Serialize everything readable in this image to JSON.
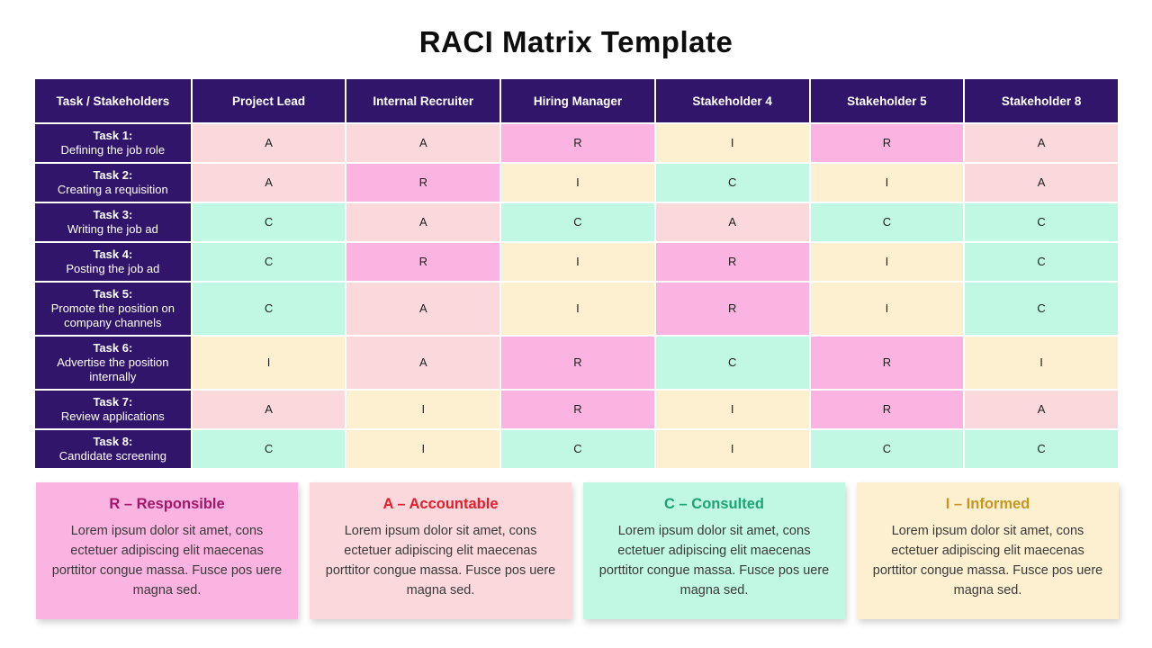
{
  "page": {
    "title": "RACI Matrix Template"
  },
  "table": {
    "header": [
      "Task / Stakeholders",
      "Project Lead",
      "Internal Recruiter",
      "Hiring Manager",
      "Stakeholder 4",
      "Stakeholder 5",
      "Stakeholder 8"
    ],
    "rows": [
      {
        "task_label": "Task 1:",
        "task_desc": "Defining the job role",
        "values": [
          "A",
          "A",
          "R",
          "I",
          "R",
          "A"
        ]
      },
      {
        "task_label": "Task 2:",
        "task_desc": "Creating a requisition",
        "values": [
          "A",
          "R",
          "I",
          "C",
          "I",
          "A"
        ]
      },
      {
        "task_label": "Task 3:",
        "task_desc": "Writing the job ad",
        "values": [
          "C",
          "A",
          "C",
          "A",
          "C",
          "C"
        ]
      },
      {
        "task_label": "Task 4:",
        "task_desc": "Posting the job ad",
        "values": [
          "C",
          "R",
          "I",
          "R",
          "I",
          "C"
        ]
      },
      {
        "task_label": "Task 5:",
        "task_desc": "Promote the position on company channels",
        "values": [
          "C",
          "A",
          "I",
          "R",
          "I",
          "C"
        ]
      },
      {
        "task_label": "Task 6:",
        "task_desc": "Advertise the position internally",
        "values": [
          "I",
          "A",
          "R",
          "C",
          "R",
          "I"
        ]
      },
      {
        "task_label": "Task 7:",
        "task_desc": "Review applications",
        "values": [
          "A",
          "I",
          "R",
          "I",
          "R",
          "A"
        ]
      },
      {
        "task_label": "Task 8:",
        "task_desc": "Candidate screening",
        "values": [
          "C",
          "I",
          "C",
          "I",
          "C",
          "C"
        ]
      }
    ]
  },
  "colors": {
    "header_bg": "#31156B",
    "R": "#FBB4E1",
    "A": "#FAD8DC",
    "C": "#C0F8E4",
    "I": "#FDF0D0"
  },
  "legend": [
    {
      "key": "R",
      "title": "R – Responsible",
      "title_color": "#A3176B",
      "bg": "#FBB4E1",
      "body": "Lorem ipsum dolor sit amet, cons ectetuer adipiscing elit maecenas porttitor congue massa. Fusce pos uere magna sed."
    },
    {
      "key": "A",
      "title": "A – Accountable",
      "title_color": "#E41D2C",
      "bg": "#FAD8DC",
      "body": "Lorem ipsum dolor sit amet, cons ectetuer adipiscing elit maecenas porttitor congue massa. Fusce pos uere magna sed."
    },
    {
      "key": "C",
      "title": "C – Consulted",
      "title_color": "#1BA573",
      "bg": "#C0F8E4",
      "body": "Lorem ipsum dolor sit amet, cons ectetuer adipiscing elit maecenas porttitor congue massa. Fusce pos uere magna sed."
    },
    {
      "key": "I",
      "title": "I – Informed",
      "title_color": "#C8961E",
      "bg": "#FDF0D0",
      "body": "Lorem ipsum dolor sit amet, cons ectetuer adipiscing elit maecenas porttitor congue massa. Fusce pos uere magna sed."
    }
  ]
}
